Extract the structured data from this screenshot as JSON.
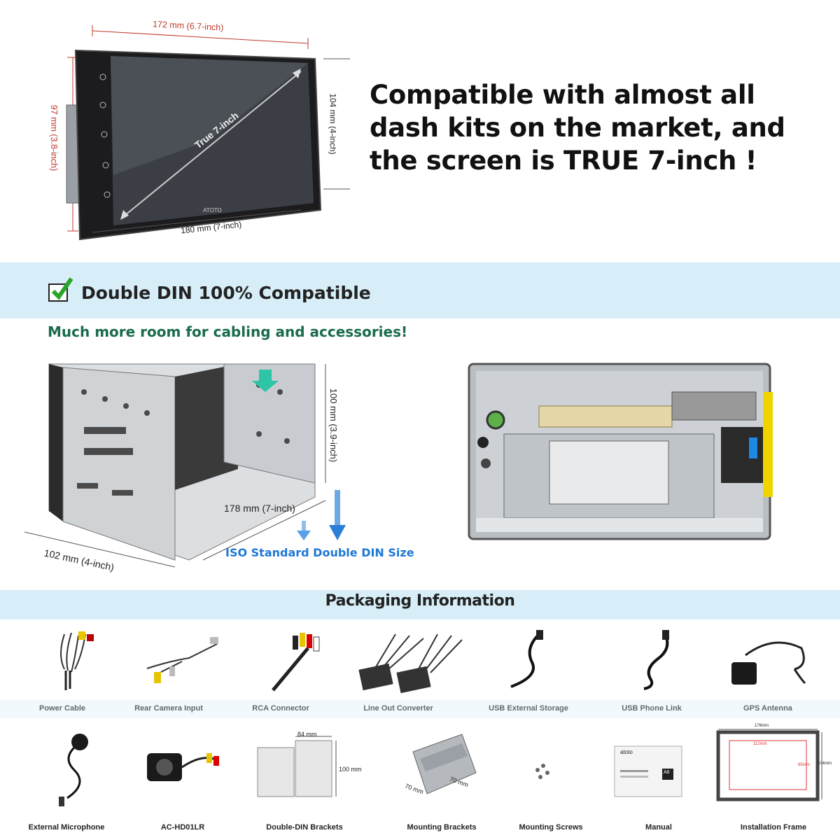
{
  "hero": {
    "headline": "Compatible with almost all dash kits on the market, and the screen is TRUE 7-inch !",
    "dim_top": "172 mm (6.7-inch)",
    "dim_left": "97 mm (3.8-inch)",
    "dim_right": "104 mm (4-inch)",
    "dim_bottom": "180 mm (7-inch)",
    "diagonal": "True 7-inch",
    "brand": "ATOTO"
  },
  "compat": {
    "title": "Double DIN 100% Compatible",
    "subtitle": "Much more room for cabling and accessories!",
    "dim_height": "100 mm (3.9-inch)",
    "dim_width": "178 mm (7-inch)",
    "dim_depth": "102 mm (4-inch)",
    "iso_label": "ISO Standard Double DIN Size"
  },
  "packaging": {
    "title": "Packaging Information",
    "row1": [
      "Power Cable",
      "Rear Camera Input",
      "RCA Connector",
      "Line Out Converter",
      "USB External Storage",
      "USB Phone Link",
      "GPS Antenna"
    ],
    "row2": [
      "External Microphone",
      "AC-HD01LR",
      "Double-DIN Brackets",
      "Mounting Brackets",
      "Mounting Screws",
      "Manual",
      "Installation Frame"
    ],
    "bracket_dim_top": "84 mm",
    "bracket_dim_side": "100 mm",
    "mount_dim_1": "70 mm",
    "mount_dim_2": "70 mm",
    "frame_dim_top": "176mm",
    "frame_dim_side": "104mm",
    "frame_inner_top": "112mm",
    "frame_inner_side": "85mm",
    "manual_brand": "atoto",
    "manual_badge": "A6"
  },
  "colors": {
    "band": "#d7eef8",
    "dim_red": "#c0392b",
    "room_green": "#1a6b4c",
    "iso_blue": "#1e78d6"
  }
}
